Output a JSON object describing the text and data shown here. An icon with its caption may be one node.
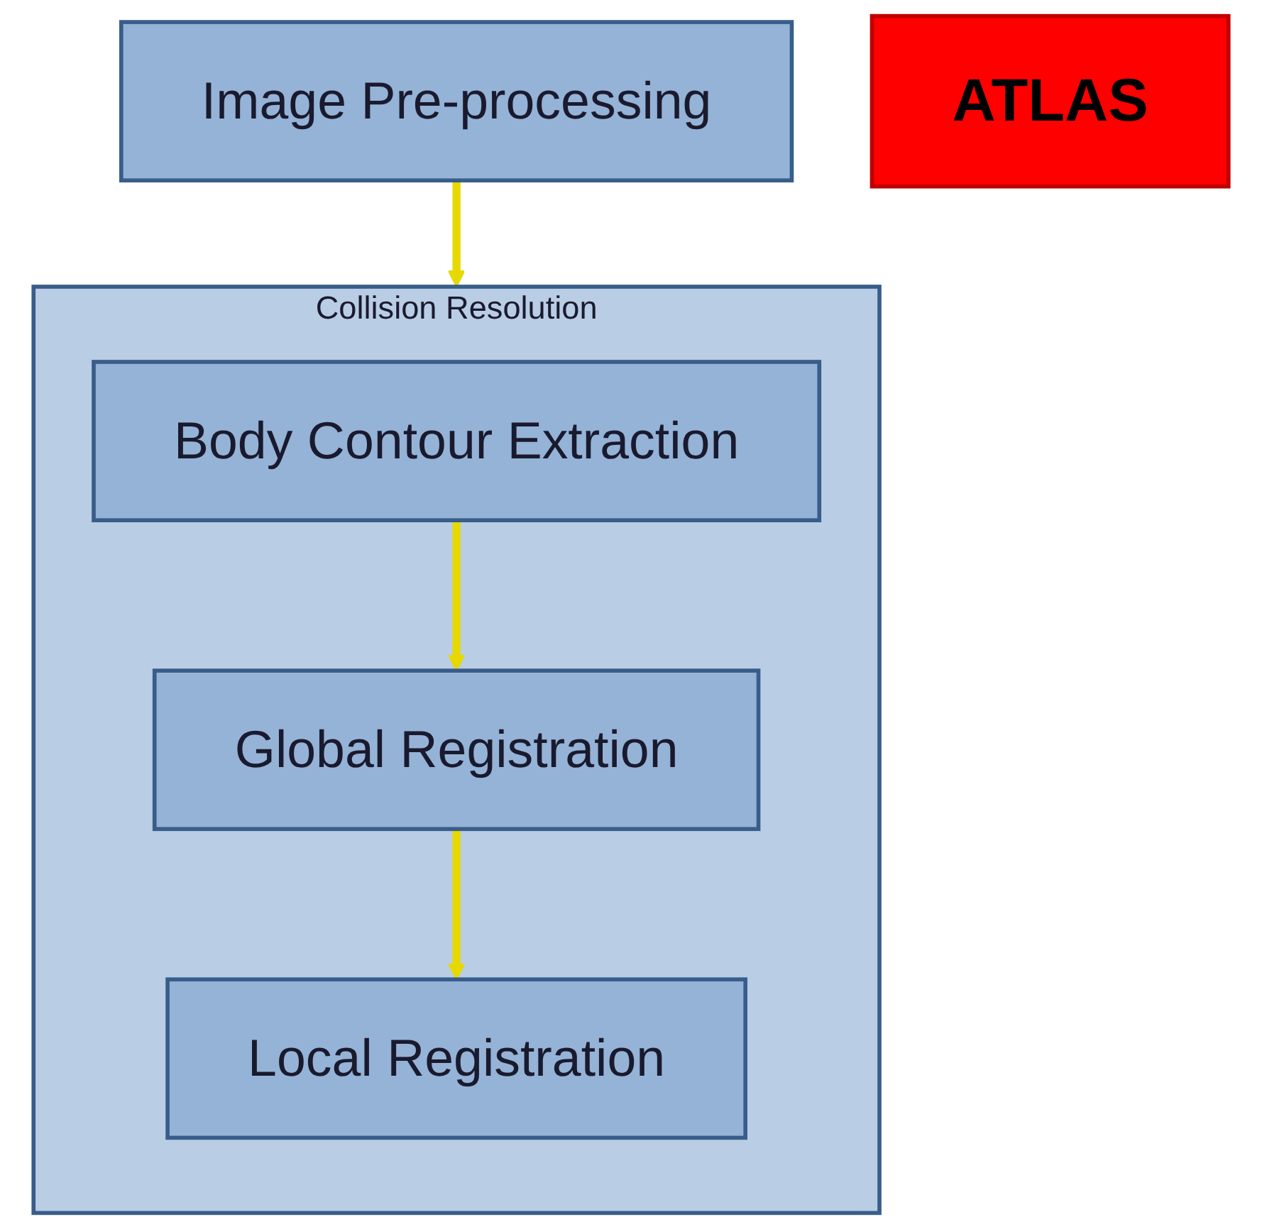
{
  "diagram": {
    "nodes": [
      {
        "text": [
          "Image Pre-processing"
        ]
      },
      {
        "text": [
          "Collision Resolution"
        ]
      },
      {
        "text": [
          "ATLAS"
        ]
      },
      {
        "text": [
          "Body Contour Extraction"
        ],
        "in": 1
      },
      {
        "text": [
          "Global Registration"
        ],
        "in": 1
      },
      {
        "text": [
          "Local Registration"
        ],
        "in": 1
      }
    ],
    "edges": [
      {
        "from": 0,
        "to": 1,
        "arrow": "to"
      },
      {
        "from": 3,
        "to": 4,
        "arrow": "to"
      },
      {
        "from": 4,
        "to": 5,
        "arrow": "to"
      }
    ]
  }
}
